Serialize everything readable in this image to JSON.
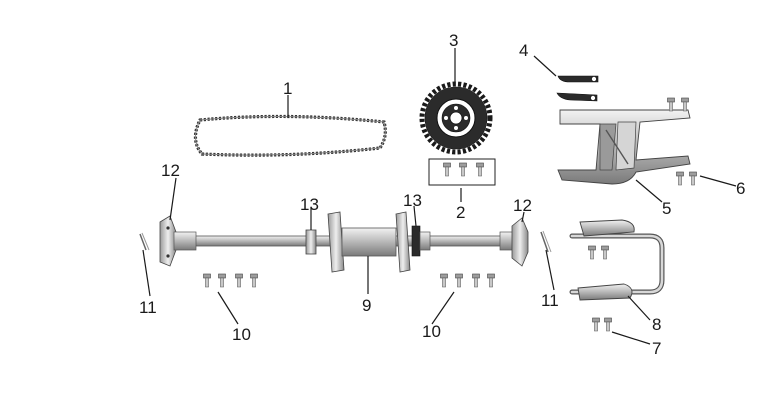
{
  "callouts": {
    "p1": "1",
    "p2": "2",
    "p3": "3",
    "p4": "4",
    "p5": "5",
    "p6": "6",
    "p7": "7",
    "p8": "8",
    "p9": "9",
    "p10a": "10",
    "p10b": "10",
    "p11a": "11",
    "p11b": "11",
    "p12a": "12",
    "p12b": "12",
    "p13a": "13",
    "p13b": "13"
  }
}
